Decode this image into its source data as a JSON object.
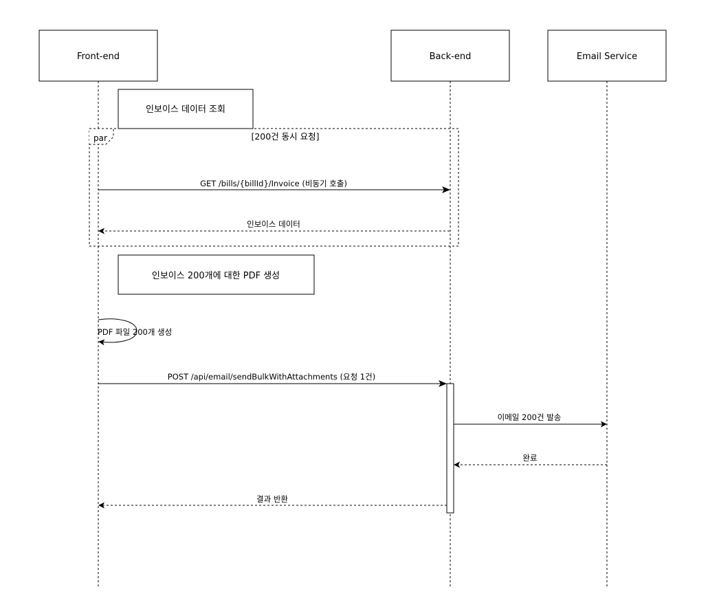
{
  "participants": [
    {
      "id": "frontend",
      "label": "Front-end"
    },
    {
      "id": "backend",
      "label": "Back-end"
    },
    {
      "id": "email",
      "label": "Email Service"
    }
  ],
  "notes": {
    "fetch_invoice": "인보이스 데이터 조회",
    "generate_pdf": "인보이스 200개에 대한 PDF 생성"
  },
  "par_frame": {
    "keyword": "par",
    "guard": "[200건 동시 요청]"
  },
  "messages": {
    "get_invoice": "GET /bills/{billId}/Invoice (비동기 호출)",
    "invoice_data": "인보이스 데이터",
    "pdf_self": "PDF 파일 200개 생성",
    "post_bulk": "POST /api/email/sendBulkWithAttachments (요청 1건)",
    "send_email": "이메일 200건 발송",
    "done": "완료",
    "result": "결과 반환"
  },
  "colors": {
    "line": "#000000",
    "background": "#ffffff"
  }
}
